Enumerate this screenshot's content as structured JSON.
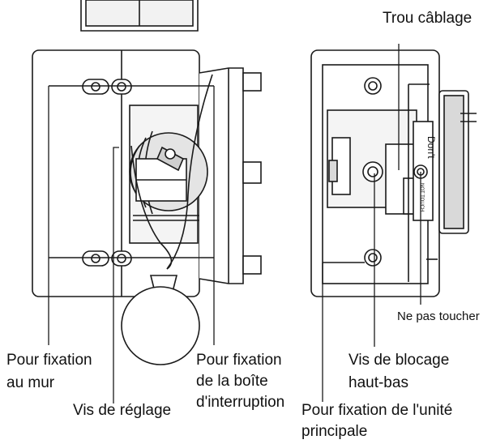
{
  "labels": {
    "wiring_hole": "Trou câblage",
    "do_not_touch": "Ne pas toucher",
    "wall_mount_line1": "Pour fixation",
    "wall_mount_line2": "au mur",
    "junction_box_line1": "Pour fixation",
    "junction_box_line2": "de la boîte",
    "junction_box_line3": "d'interruption",
    "adjust_screw": "Vis de réglage",
    "lock_screw_line1": "Vis de blocage",
    "lock_screw_line2": "haut-bas",
    "main_unit_line1": "Pour fixation de l'unité",
    "main_unit_line2": "principale"
  },
  "device_sticker": {
    "text": "Don't",
    "subtext": "NOT TOUCH"
  },
  "colors": {
    "line": "#1a1a1a",
    "shade": "#d9d9d9",
    "panel": "#f2f2f2"
  }
}
